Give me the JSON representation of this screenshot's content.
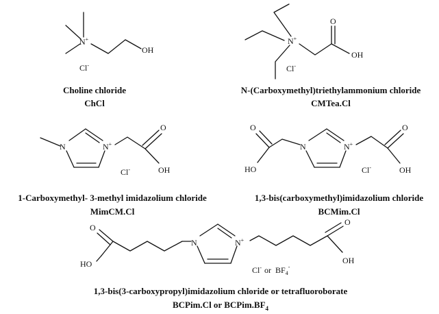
{
  "compounds": [
    {
      "id": "chcl",
      "name": "Choline chloride",
      "abbr": "ChCl",
      "labels": {
        "n": "N",
        "n_charge": "+",
        "oh": "OH",
        "anion": "Cl",
        "anion_charge": "-"
      }
    },
    {
      "id": "cmtea",
      "name": "N-(Carboxymethyl)triethylammonium chloride",
      "abbr": "CMTea.Cl",
      "labels": {
        "n": "N",
        "n_charge": "+",
        "o": "O",
        "oh": "OH",
        "anion": "Cl",
        "anion_charge": "-"
      }
    },
    {
      "id": "mimcm",
      "name": "1-Carboxymethyl- 3-methyl imidazolium chloride",
      "abbr": "MimCM.Cl",
      "labels": {
        "n1": "N",
        "n3": "N",
        "n3_charge": "+",
        "o": "O",
        "oh": "OH",
        "anion": "Cl",
        "anion_charge": "-"
      }
    },
    {
      "id": "bcmim",
      "name": "1,3-bis(carboxymethyl)imidazolium chloride",
      "abbr": "BCMim.Cl",
      "labels": {
        "n1": "N",
        "n3": "N",
        "n3_charge": "+",
        "o_left": "O",
        "ho_left": "HO",
        "o_right": "O",
        "oh_right": "OH",
        "anion": "Cl",
        "anion_charge": "-"
      }
    },
    {
      "id": "bcpim",
      "name": "1,3-bis(3-carboxypropyl)imidazolium chloride or tetrafluoroborate",
      "abbr_part1": "BCPim.Cl or BCPim.BF",
      "abbr_sub": "4",
      "labels": {
        "n1": "N",
        "n3": "N",
        "n3_charge": "+",
        "o_left": "O",
        "ho_left": "HO",
        "o_right": "O",
        "oh_right": "OH",
        "anion": "Cl",
        "anion_charge": "-",
        "anion_or": "or",
        "anion2": "BF",
        "anion2_sub": "4",
        "anion2_charge": "-"
      }
    }
  ]
}
